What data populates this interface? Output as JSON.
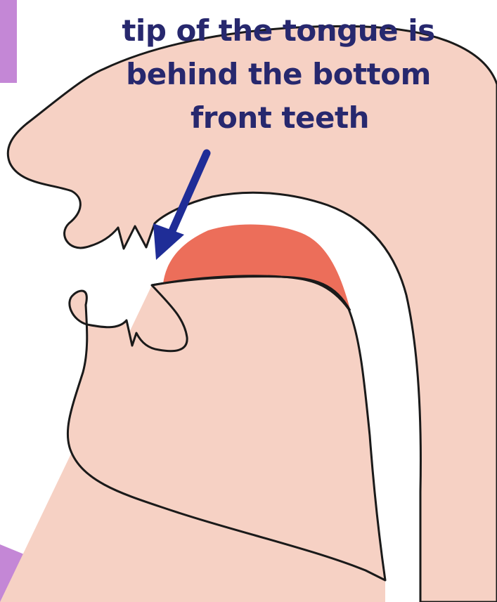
{
  "annotation": {
    "lines": [
      "tip of the tongue is",
      "behind the bottom",
      "front teeth"
    ]
  },
  "colors": {
    "skin": "#f6d1c4",
    "tongue_highlight": "#ec6e5a",
    "outline": "#1a1a1a",
    "annotation_text": "#27286e",
    "arrow": "#1f2d97",
    "decor_purple": "#c487d6"
  }
}
